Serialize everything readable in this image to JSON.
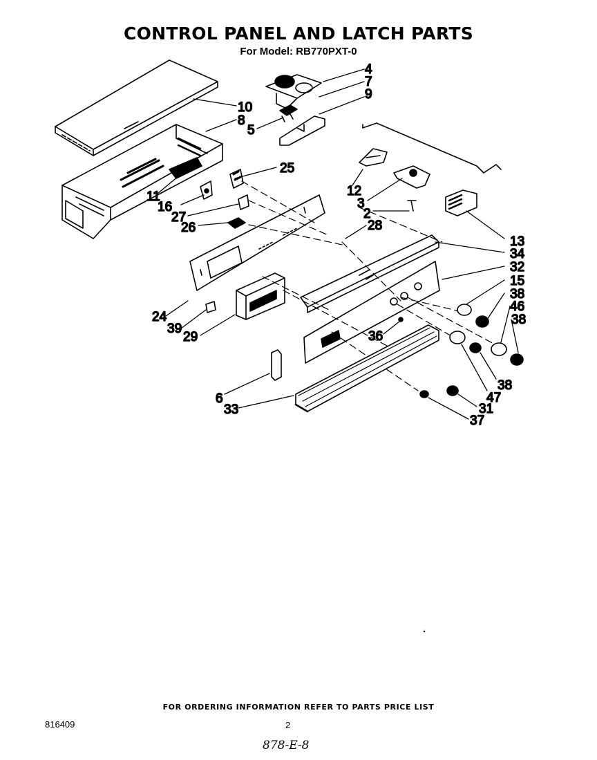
{
  "header": {
    "title": "CONTROL PANEL AND LATCH PARTS",
    "subtitle": "For Model: RB770PXT-0"
  },
  "callouts": [
    {
      "id": "c4",
      "label": "4"
    },
    {
      "id": "c7",
      "label": "7"
    },
    {
      "id": "c9",
      "label": "9"
    },
    {
      "id": "c10",
      "label": "10"
    },
    {
      "id": "c8",
      "label": "8"
    },
    {
      "id": "c5",
      "label": "5"
    },
    {
      "id": "c25",
      "label": "25"
    },
    {
      "id": "c11",
      "label": "11"
    },
    {
      "id": "c16",
      "label": "16"
    },
    {
      "id": "c27",
      "label": "27"
    },
    {
      "id": "c26",
      "label": "26"
    },
    {
      "id": "c12",
      "label": "12"
    },
    {
      "id": "c3",
      "label": "3"
    },
    {
      "id": "c2",
      "label": "2"
    },
    {
      "id": "c13",
      "label": "13"
    },
    {
      "id": "c28",
      "label": "28"
    },
    {
      "id": "c34",
      "label": "34"
    },
    {
      "id": "c32",
      "label": "32"
    },
    {
      "id": "c15",
      "label": "15"
    },
    {
      "id": "c38a",
      "label": "38"
    },
    {
      "id": "c46",
      "label": "46"
    },
    {
      "id": "c38b",
      "label": "38"
    },
    {
      "id": "c24",
      "label": "24"
    },
    {
      "id": "c39",
      "label": "39"
    },
    {
      "id": "c29",
      "label": "29"
    },
    {
      "id": "c36",
      "label": "36"
    },
    {
      "id": "c38c",
      "label": "38"
    },
    {
      "id": "c6",
      "label": "6"
    },
    {
      "id": "c33",
      "label": "33"
    },
    {
      "id": "c47",
      "label": "47"
    },
    {
      "id": "c31",
      "label": "31"
    },
    {
      "id": "c37",
      "label": "37"
    }
  ],
  "footer": {
    "ordering_note": "FOR ORDERING INFORMATION REFER TO PARTS PRICE LIST",
    "document_number": "816409",
    "page_number": "2",
    "handwritten_note": "878-E-8"
  }
}
